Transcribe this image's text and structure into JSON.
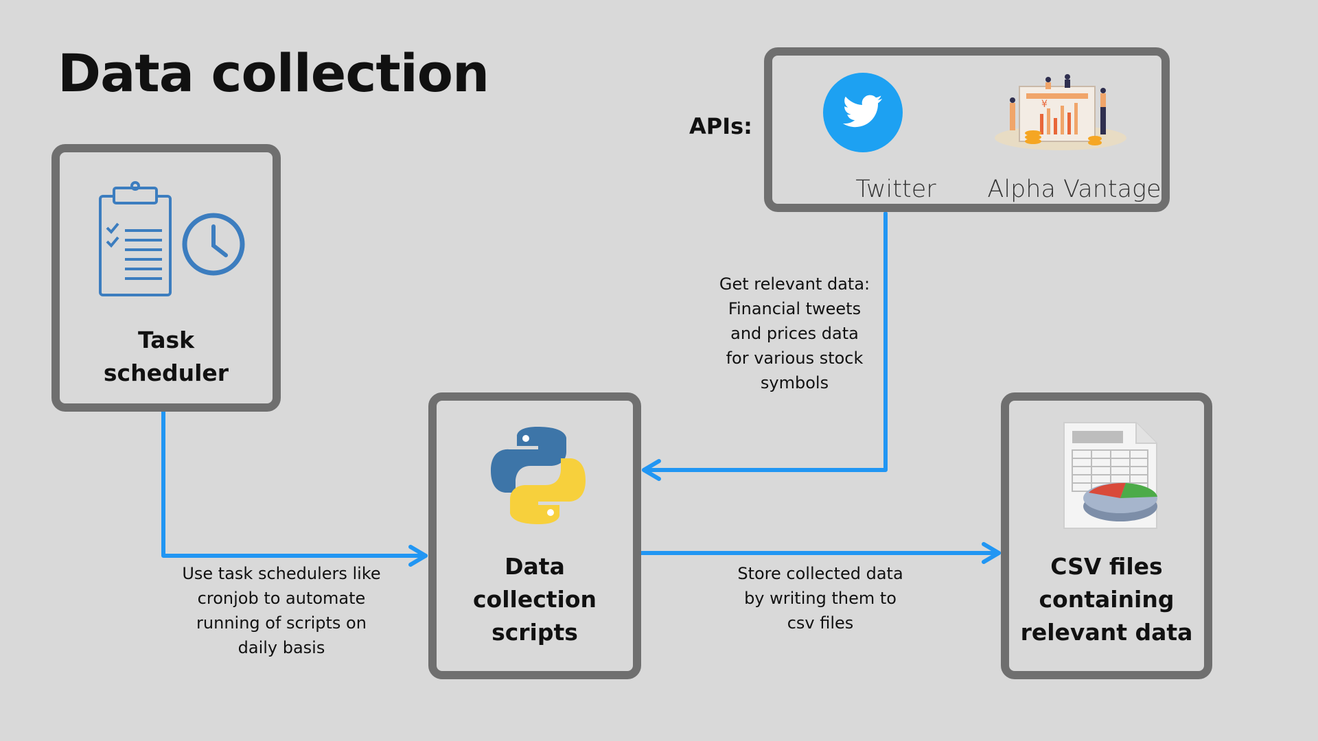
{
  "title": "Data collection",
  "nodes": {
    "task_scheduler": {
      "label": "Task\nscheduler",
      "icons": [
        "clipboard-icon",
        "clock-icon"
      ]
    },
    "apis": {
      "label": "APIs:",
      "items": [
        {
          "name": "Twitter",
          "icon": "twitter-icon"
        },
        {
          "name": "Alpha Vantage",
          "icon": "alpha-vantage-icon"
        }
      ]
    },
    "data_collection_scripts": {
      "label": "Data\ncollection\nscripts",
      "icon": "python-icon"
    },
    "csv_files": {
      "label": "CSV files\ncontaining\nrelevant data",
      "icon": "csv-file-icon"
    }
  },
  "edges": [
    {
      "from": "task_scheduler",
      "to": "data_collection_scripts",
      "label": "Use task schedulers like\ncronjob to automate\nrunning of scripts on\ndaily basis"
    },
    {
      "from": "apis",
      "to": "data_collection_scripts",
      "label": "Get relevant data:\nFinancial tweets\nand prices data\nfor various stock\nsymbols"
    },
    {
      "from": "data_collection_scripts",
      "to": "csv_files",
      "label": "Store collected data\nby writing them to\ncsv files"
    }
  ],
  "colors": {
    "background": "#d9d9d9",
    "box_border": "#6f6f6f",
    "arrow": "#2196f3",
    "twitter": "#1da1f2",
    "icon_blue": "#3c7dbf"
  }
}
